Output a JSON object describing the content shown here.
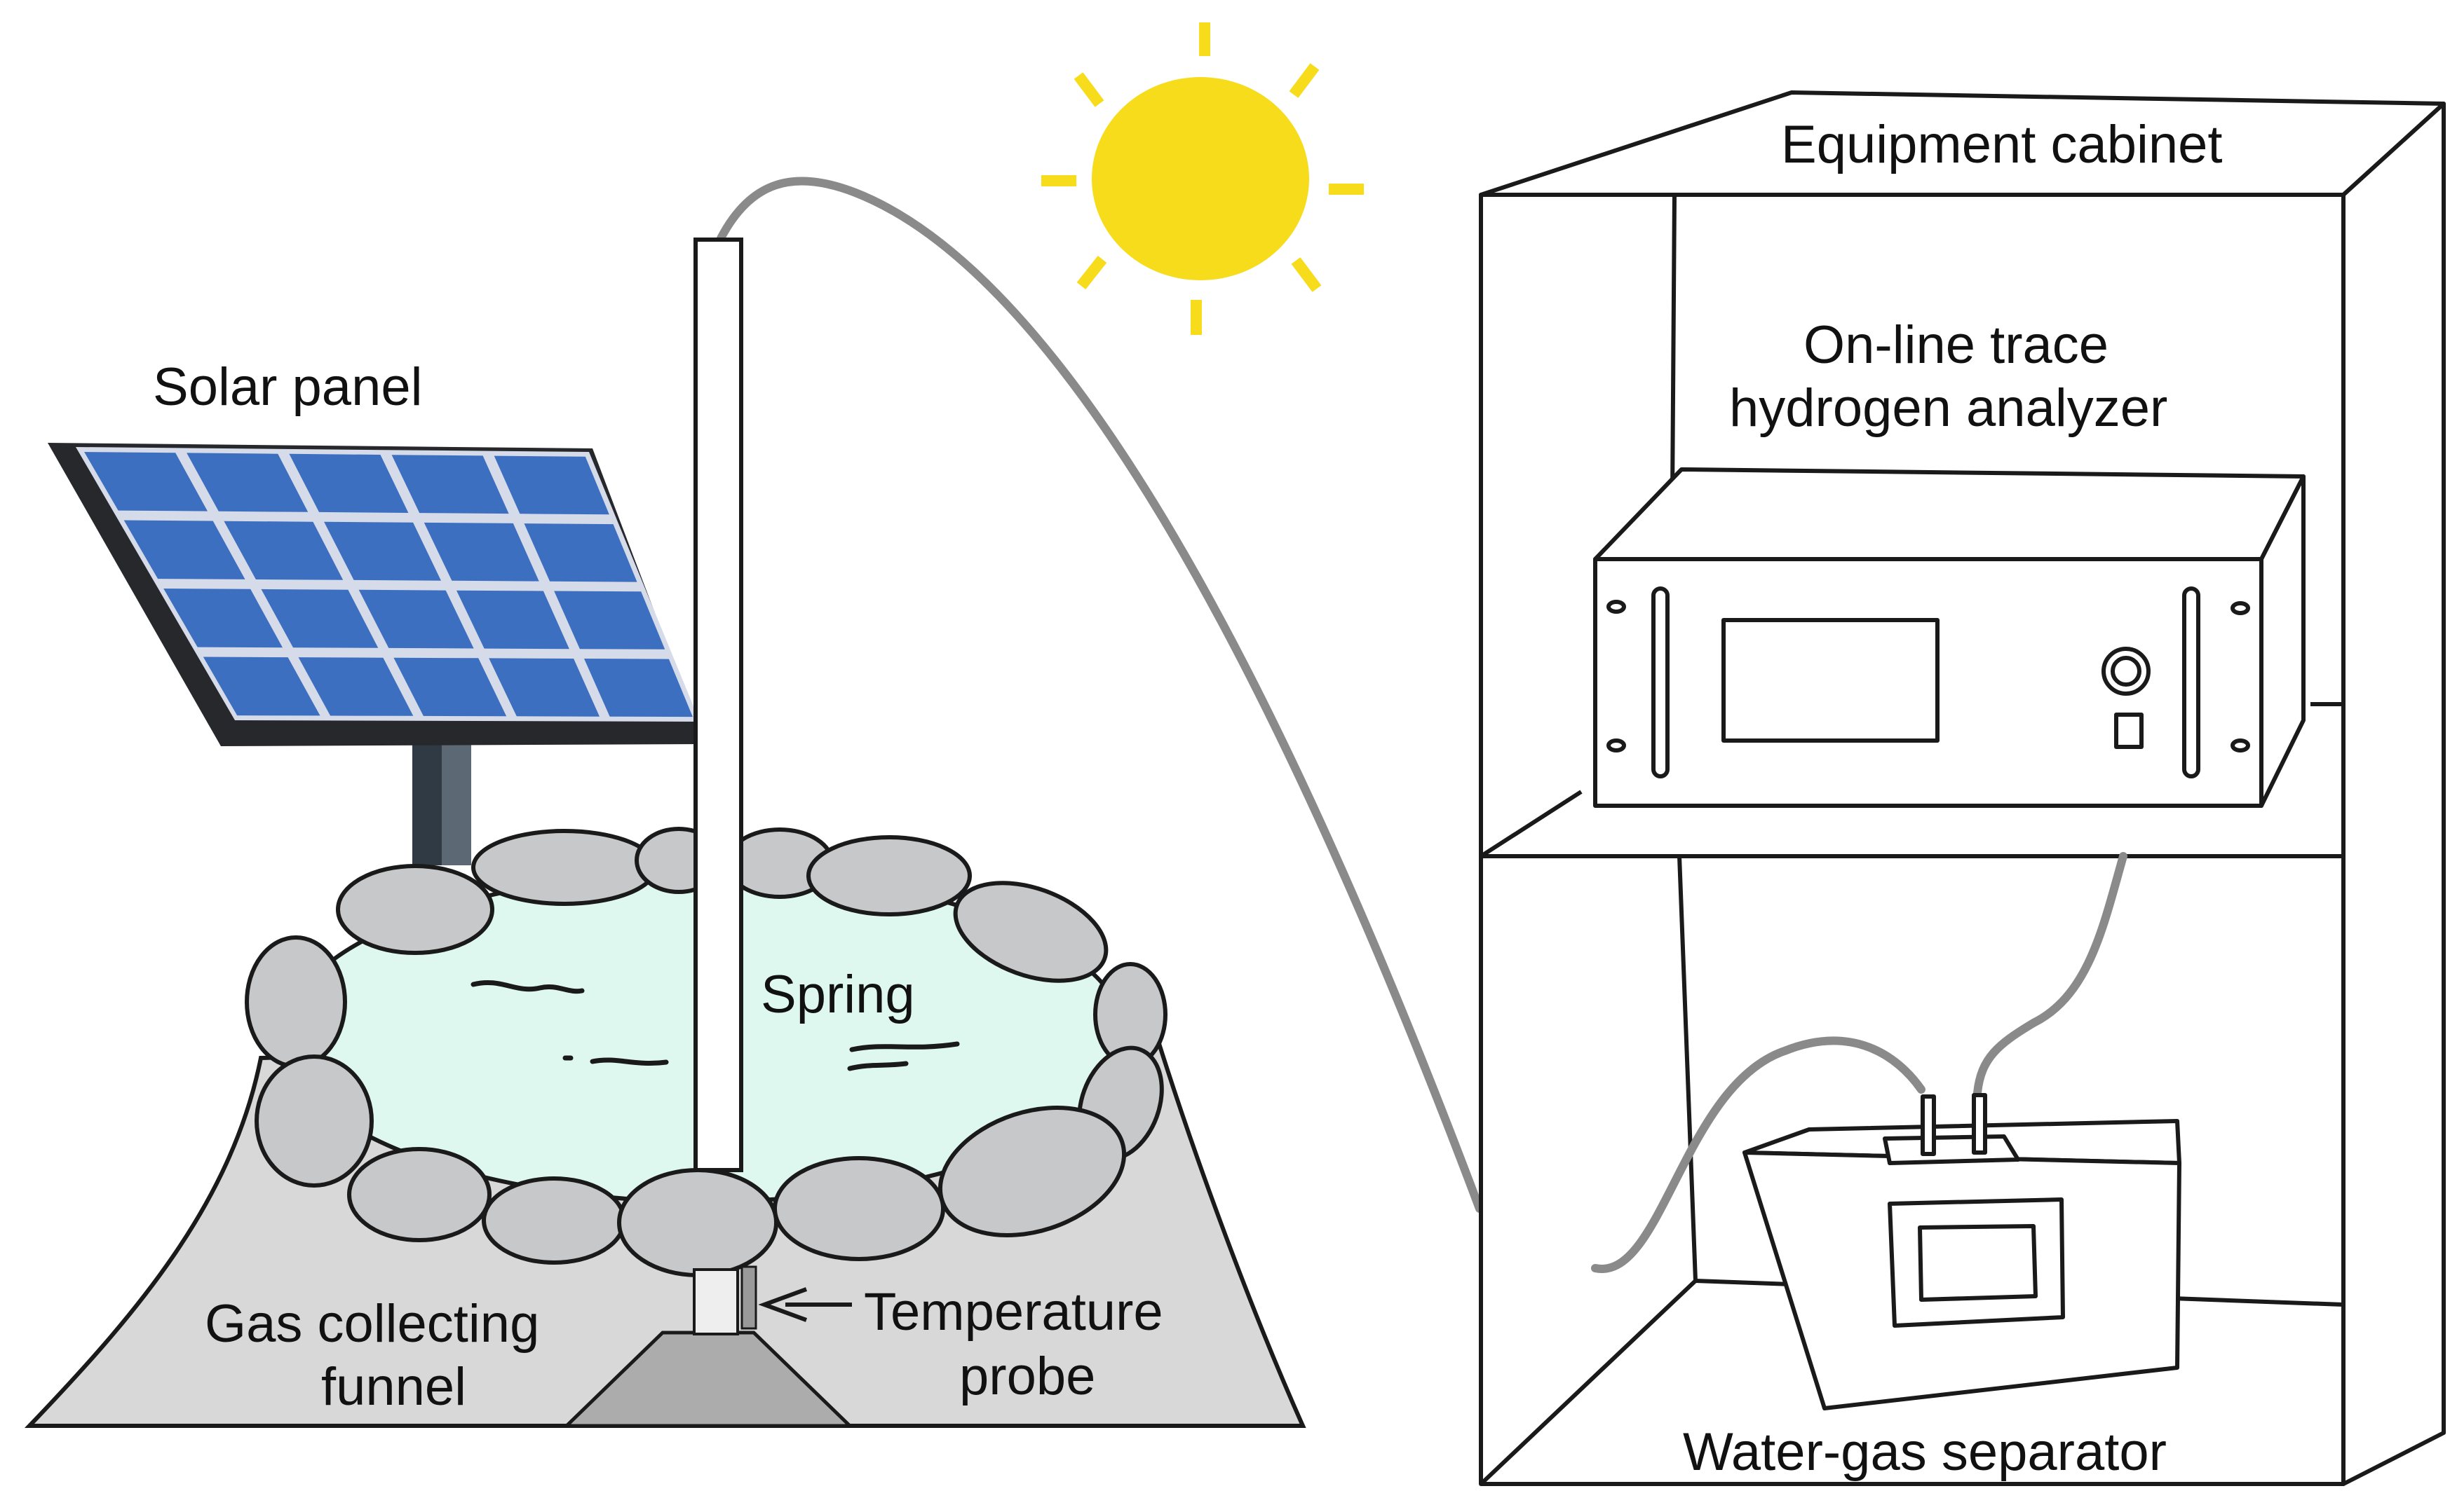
{
  "labels": {
    "solar_panel": "Solar panel",
    "spring": "Spring",
    "gas_collecting_funnel_line1": "Gas collecting",
    "gas_collecting_funnel_line2": "funnel",
    "temperature_probe_line1": "Temperature",
    "temperature_probe_line2": "probe",
    "equipment_cabinet": "Equipment cabinet",
    "analyzer_line1": "On-line trace",
    "analyzer_line2": "hydrogen analyzer",
    "water_gas_separator": "Water-gas separator"
  },
  "colors": {
    "outline": "#1a1a1a",
    "sun": "#f6dc1b",
    "solar_cell": "#3d6fc0",
    "solar_grid": "#d5dbe8",
    "solar_frame": "#26282c",
    "water": "#def7ef",
    "rock": "#c6c8c9",
    "ground": "#d8d8d8",
    "funnel": "#acacac",
    "tube": "#8a8a8a",
    "post": "#3e4a56"
  },
  "icons": [
    "sun-icon",
    "solar-panel-icon",
    "analyzer-device-icon",
    "separator-device-icon"
  ]
}
